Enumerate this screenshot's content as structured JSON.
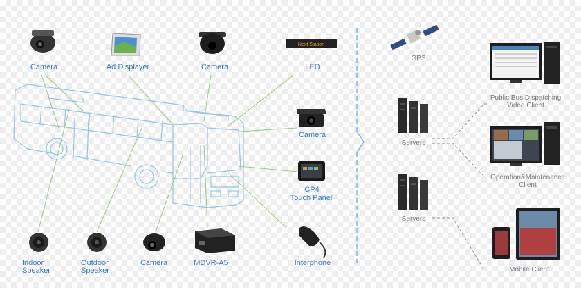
{
  "vehicle_devices": {
    "camera_top_left": "Camera",
    "ad_displayer": "Ad Displayer",
    "camera_top_mid": "Camera",
    "led": "LED",
    "led_screen_text": "Next Station",
    "camera_right": "Camera",
    "touch_panel_line1": "CP4",
    "touch_panel_line2": "Touch Panel",
    "interphone": "Interphone",
    "mdvr": "MDVR-A5",
    "camera_bottom": "Camera",
    "outdoor_speaker_line1": "Outdoor",
    "outdoor_speaker_line2": "Speaker",
    "indoor_speaker_line1": "Indoor",
    "indoor_speaker_line2": "Speaker"
  },
  "platform": {
    "gps": "GPS",
    "servers_top": "Servers",
    "servers_bottom": "Servers",
    "dispatch_client_line1": "Public Bus Dispatching",
    "dispatch_client_line2": "Video Client",
    "maintenance_client_line1": "Operation&Maintenance",
    "maintenance_client_line2": "Client",
    "mobile_client": "Mobile Client"
  },
  "colors": {
    "label_blue": "#2f78c9",
    "bus_outline": "#8fc6ea",
    "connector_green": "#96cc7a",
    "divider_blue": "#7fb5df",
    "gray_text": "#7b7b7b"
  }
}
